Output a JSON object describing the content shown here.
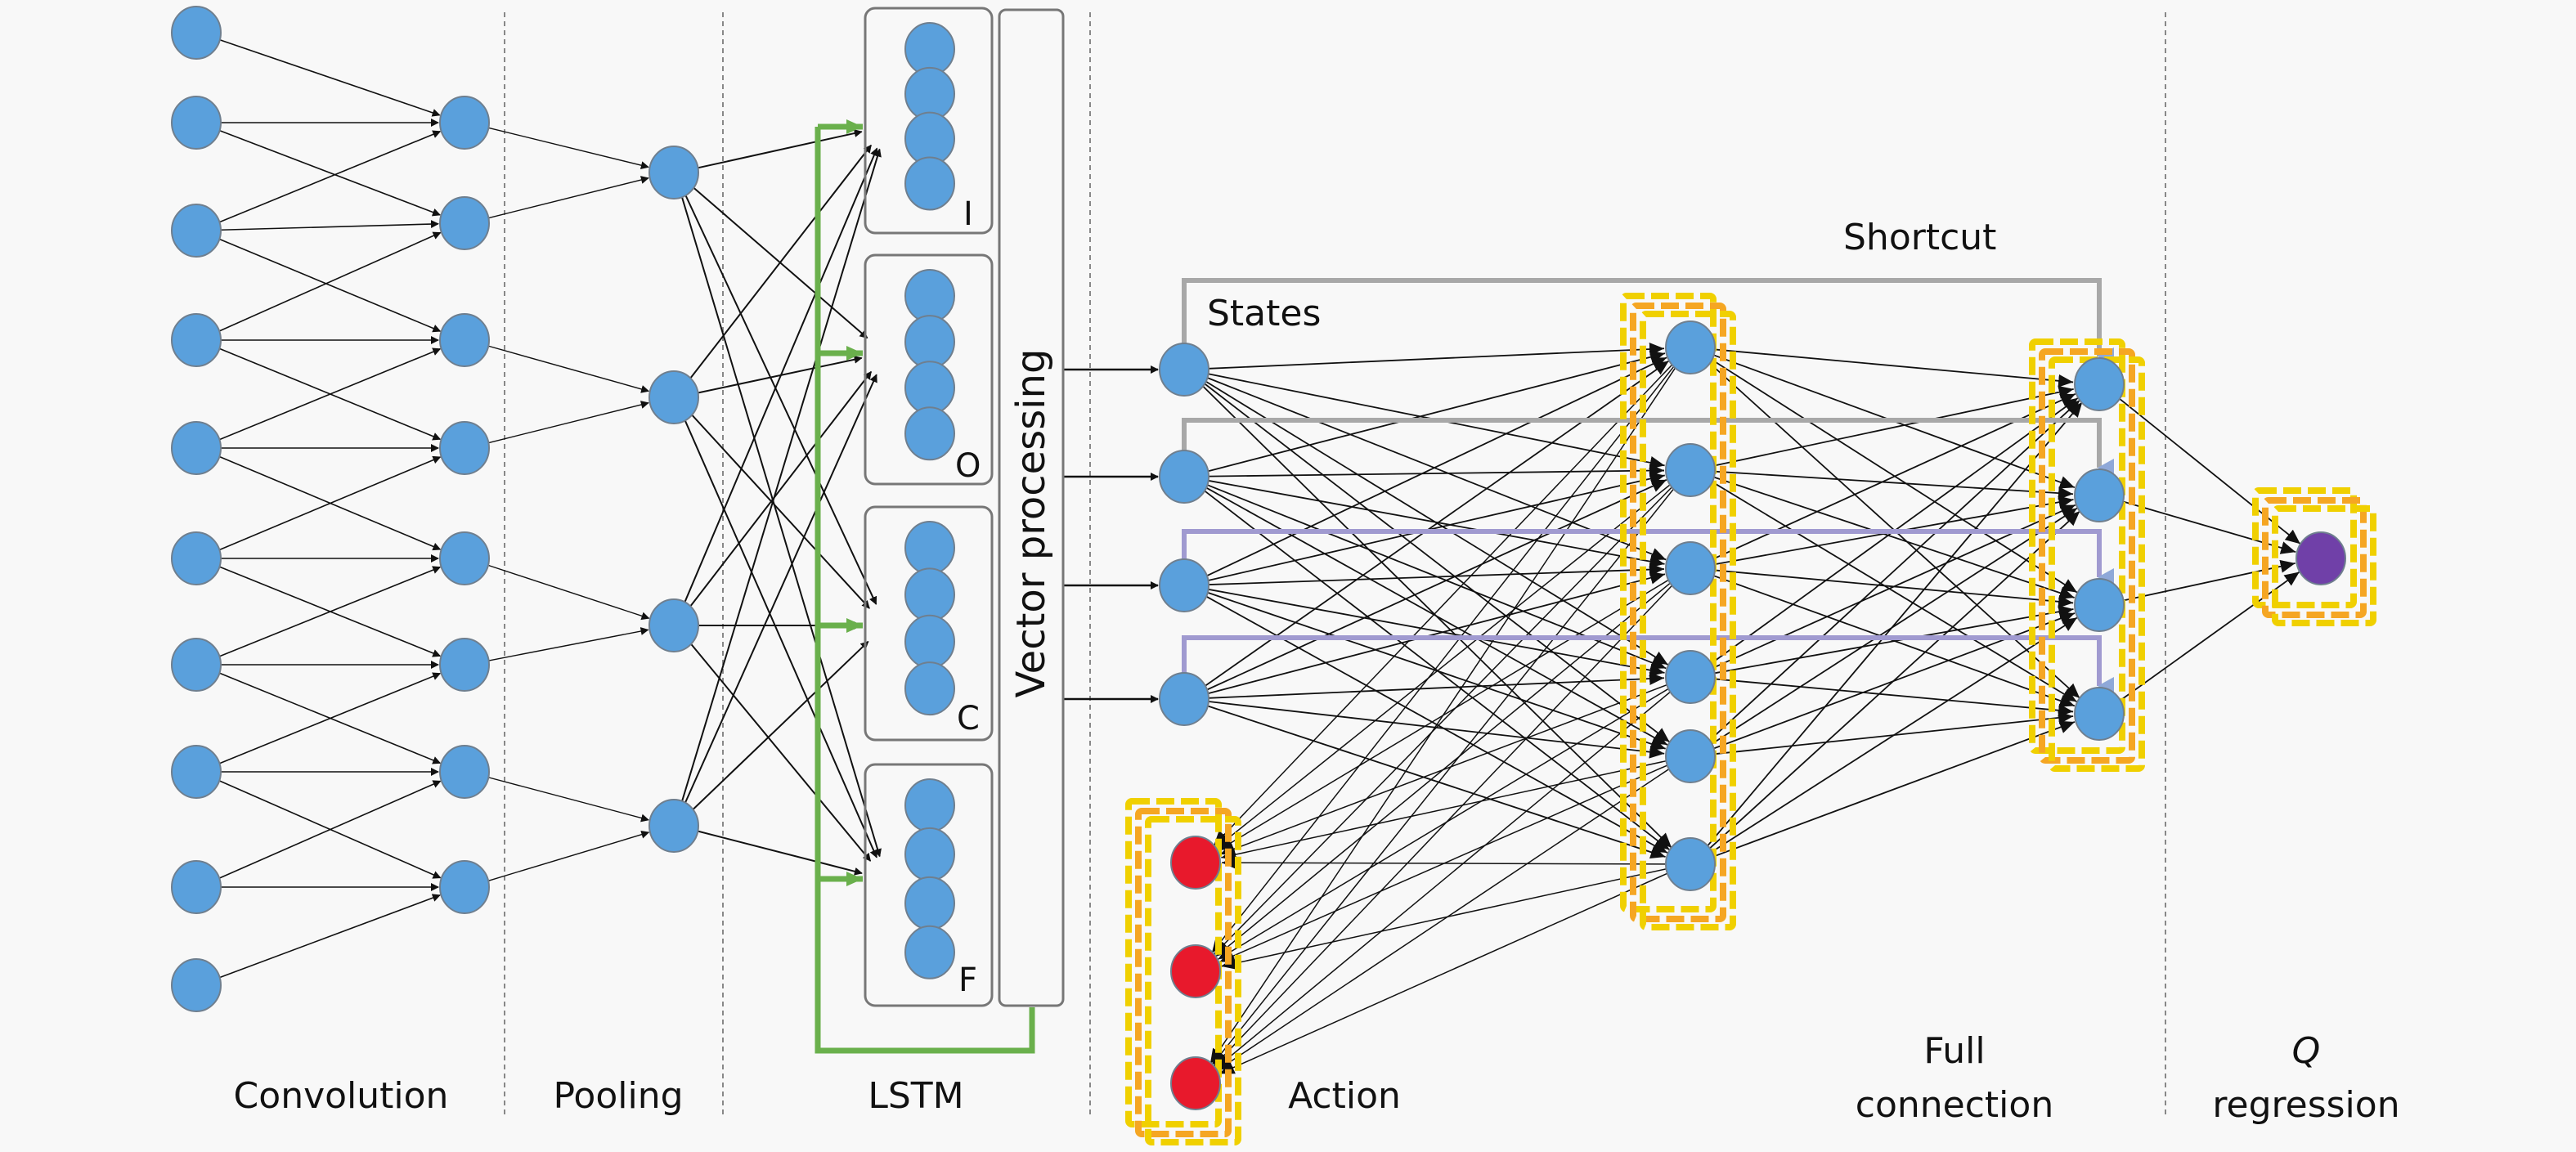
{
  "stages": [
    {
      "id": "convolution",
      "label": "Convolution"
    },
    {
      "id": "pooling",
      "label": "Pooling"
    },
    {
      "id": "lstm",
      "label": "LSTM"
    },
    {
      "id": "action",
      "label": "Action"
    },
    {
      "id": "full_connection",
      "label_line1": "Full",
      "label_line2": "connection"
    },
    {
      "id": "q_regression",
      "label_line1": "Q",
      "label_line2": "regression"
    }
  ],
  "lstm_gates": [
    "I",
    "O",
    "C",
    "F"
  ],
  "vector_processing_label": "Vector processing",
  "states_label": "States",
  "shortcut_label": "Shortcut",
  "layers": {
    "input_nodes": 10,
    "conv_nodes": 8,
    "pool_nodes": 4,
    "lstm_nodes_per_gate": 4,
    "state_nodes": 4,
    "action_nodes": 3,
    "hidden_nodes": 6,
    "fc_nodes": 4,
    "q_nodes": 1
  },
  "colors": {
    "node": "#5aa0dc",
    "node_stroke": "#6f7f8f",
    "action_node": "#e8192c",
    "q_node": "#7040a8",
    "lstm_loop": "#6ab04c",
    "shortcut_gray": "#a8a8a8",
    "shortcut_purple": "#a09ad0",
    "highlight_yellow": "#f0d000",
    "highlight_orange": "#f5a623",
    "edge": "#111111",
    "divider": "#888888"
  }
}
